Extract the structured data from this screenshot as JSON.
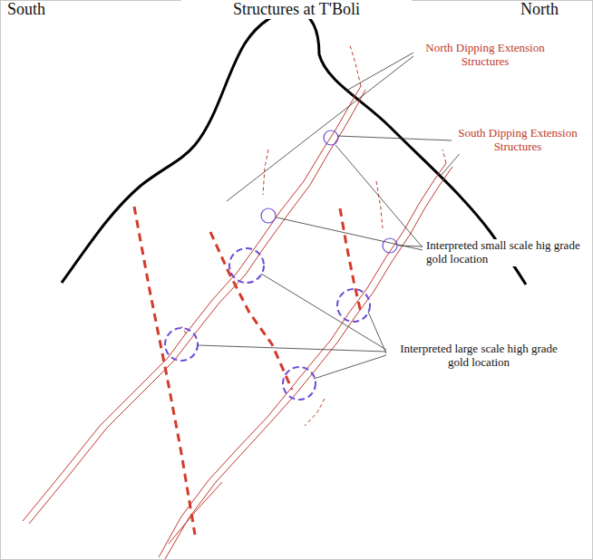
{
  "diagram": {
    "title": "Structures at T'Boli",
    "labels": [
      "South",
      "North",
      "North Dipping Extension Structures",
      "South Dipping Extension Structures",
      "Interpreted small scale hig grade gold location",
      "Interpreted large scale high grade gold location"
    ]
  }
}
